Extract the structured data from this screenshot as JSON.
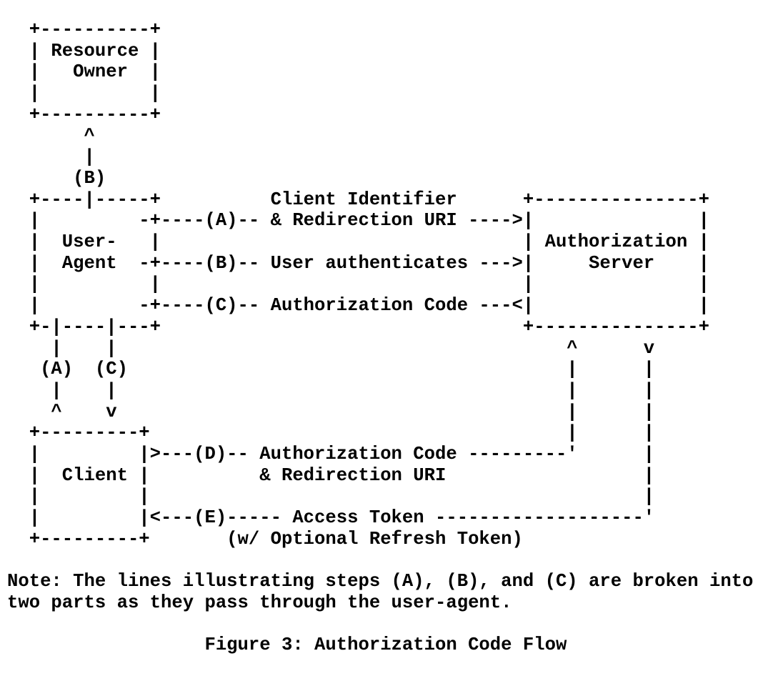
{
  "page": {
    "background_color": "#ffffff",
    "text_color": "#000000"
  },
  "figure": {
    "ascii_lines": [
      "  +----------+",
      "  | Resource |",
      "  |   Owner  |",
      "  |          |",
      "  +----------+",
      "       ^",
      "       |",
      "      (B)",
      "  +----|-----+          Client Identifier      +---------------+",
      "  |         -+----(A)-- & Redirection URI ---->|               |",
      "  |  User-   |                                 | Authorization |",
      "  |  Agent  -+----(B)-- User authenticates --->|     Server    |",
      "  |          |                                 |               |",
      "  |         -+----(C)-- Authorization Code ---<|               |",
      "  +-|----|---+                                 +---------------+",
      "    |    |                                         ^      v",
      "   (A)  (C)                                        |      |",
      "    |    |                                         |      |",
      "    ^    v                                         |      |",
      "  +---------+                                      |      |",
      "  |         |>---(D)-- Authorization Code ---------'      |",
      "  |  Client |          & Redirection URI                  |",
      "  |         |                                             |",
      "  |         |<---(E)----- Access Token -------------------'",
      "  +---------+       (w/ Optional Refresh Token)"
    ],
    "note_lines": [
      "Note: The lines illustrating steps (A), (B), and (C) are broken into",
      "two parts as they pass through the user-agent."
    ],
    "caption_lines": [
      "                  Figure 3: Authorization Code Flow"
    ],
    "caption_text": "Figure 3: Authorization Code Flow"
  },
  "semantics": {
    "actors": [
      "Resource Owner",
      "User-Agent",
      "Authorization Server",
      "Client"
    ],
    "steps": [
      {
        "id": "(A)",
        "label": "Client Identifier & Redirection URI"
      },
      {
        "id": "(B)",
        "label": "User authenticates"
      },
      {
        "id": "(C)",
        "label": "Authorization Code"
      },
      {
        "id": "(D)",
        "label": "Authorization Code & Redirection URI"
      },
      {
        "id": "(E)",
        "label": "Access Token (w/ Optional Refresh Token)"
      }
    ]
  }
}
